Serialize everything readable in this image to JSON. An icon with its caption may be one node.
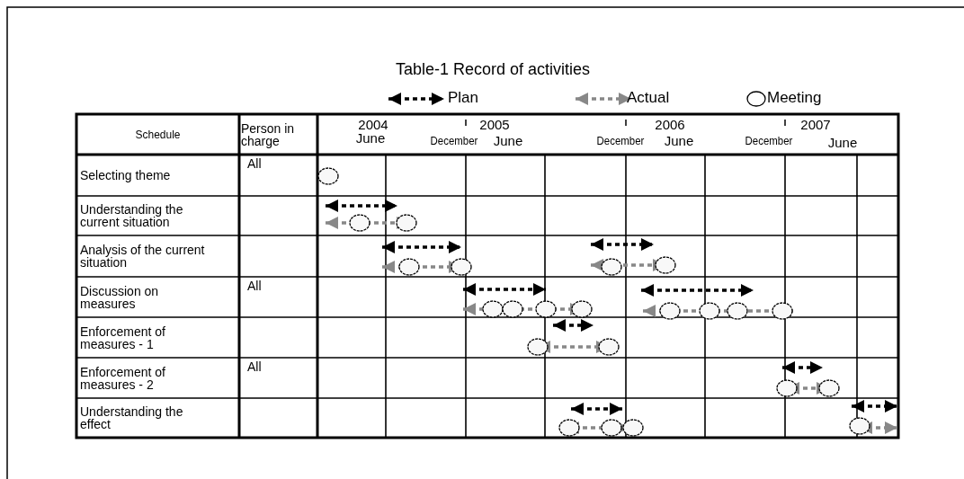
{
  "diagram": {
    "title": "Table-1 Record of activities",
    "labels": [
      "Schedule",
      "Person in charge",
      "2004",
      "June",
      "December",
      "2005",
      "June",
      "December",
      "2006",
      "June",
      "December",
      "2007",
      "June",
      "Selecting theme",
      "All",
      "Understanding the current situation",
      "Analysis of the current situation",
      "Discussion on measures",
      "All",
      "Enforcement of measures - 1",
      "Enforcement of measures - 2",
      "All",
      "Understanding the effect"
    ],
    "legend": [
      {
        "text": "Plan"
      },
      {
        "text": "Actual"
      },
      {
        "text": "Meeting"
      }
    ]
  }
}
